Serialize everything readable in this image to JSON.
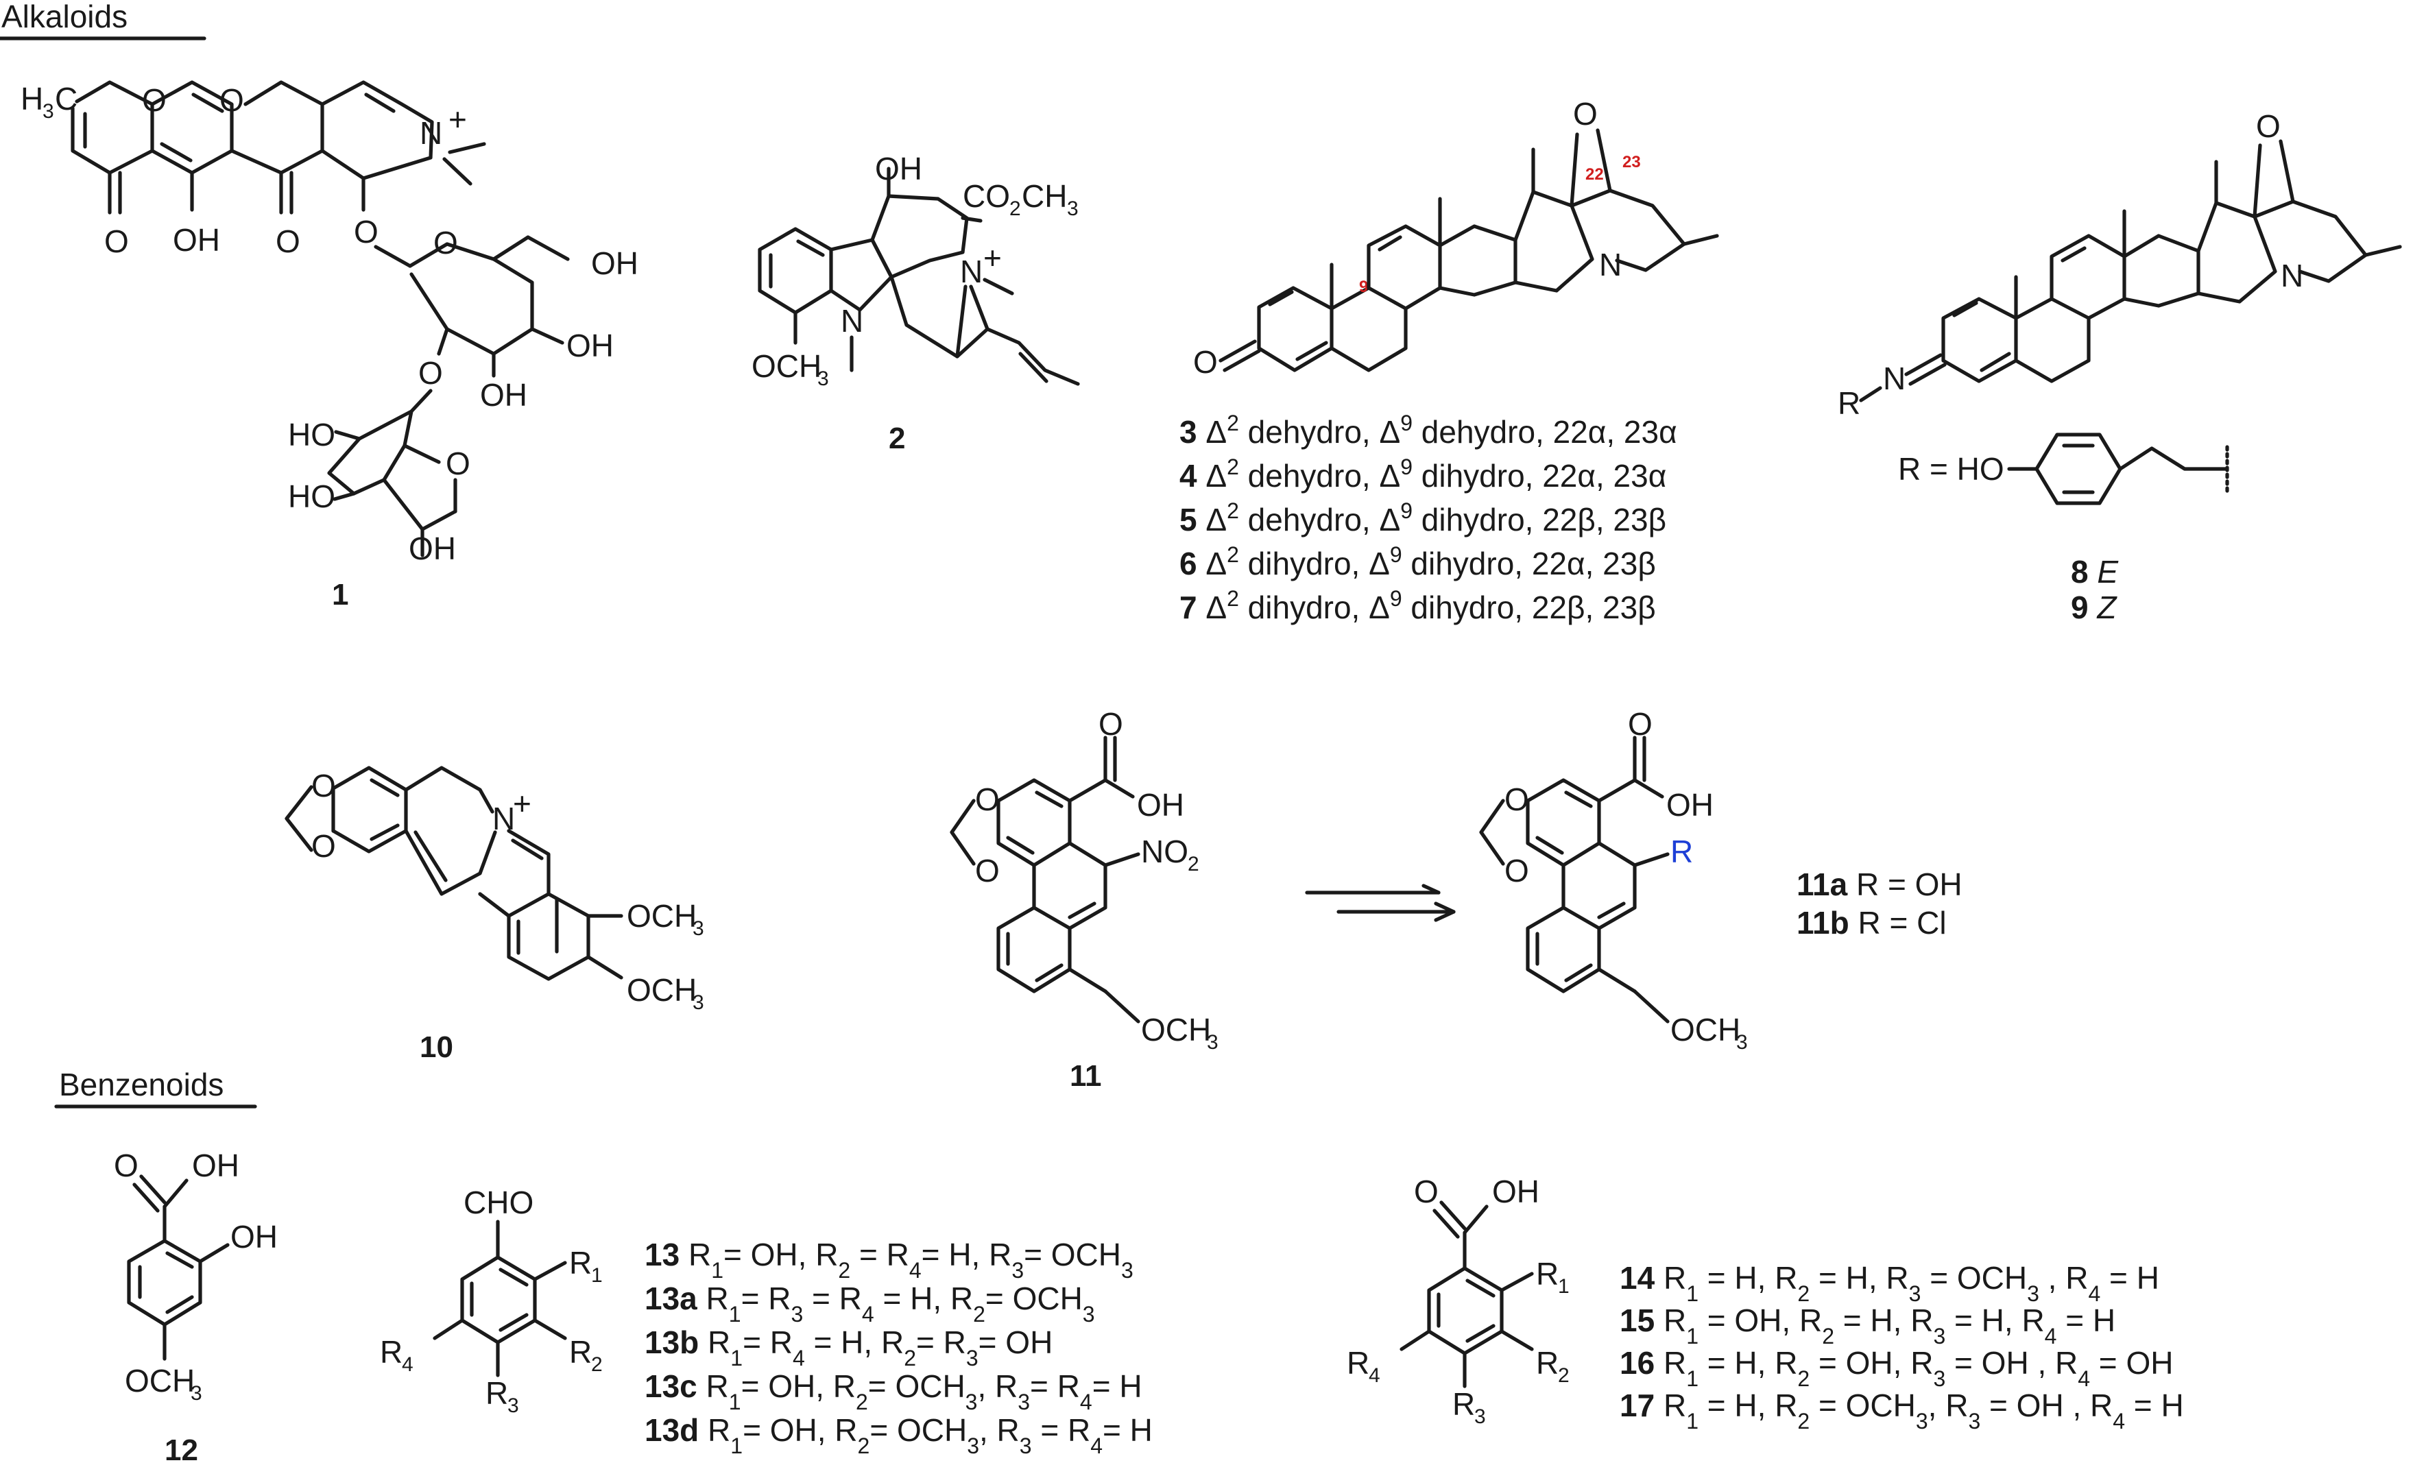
{
  "sections": {
    "alkaloids": "Alkaloids",
    "benzenoids": "Benzenoids"
  },
  "compounds": {
    "c1": "1",
    "c2": "2",
    "c10": "10",
    "c11": "11",
    "c12": "12"
  },
  "labels": {
    "c1_h3c": "H",
    "c1_3": "3",
    "c1_c": "C",
    "c1_o_ring1": "O",
    "c1_o_ring2": "O",
    "c1_n": "N",
    "c1_plus": "+",
    "c1_o_keto1": "O",
    "c1_oh1": "OH",
    "c1_o_keto2": "O",
    "c1_o_glyc": "O",
    "c1_o_sugar1": "O",
    "c1_oh2": "OH",
    "c1_o_link": "O",
    "c1_oh3": "OH",
    "c1_oh4": "OH",
    "c1_ho1": "HO",
    "c1_o_sugar2": "O",
    "c1_ho2": "HO",
    "c1_oh5": "OH",
    "c2_oh": "OH",
    "c2_co2ch3": "CO",
    "c2_co2ch3_2": "2",
    "c2_co2ch3_ch3": "CH",
    "c2_co2ch3_3": "3",
    "c2_n_plus": "N",
    "c2_plus": "+",
    "c2_n_ind": "N",
    "c2_och3": "OCH",
    "c2_och3_3": "3",
    "c3_o": "O",
    "c3_n": "N",
    "c3_o_ep": "O",
    "c3_red9": "9",
    "c3_red22": "22",
    "c3_red23": "23",
    "c8_n": "N",
    "c8_r": "R",
    "c8_n_ring": "N",
    "c8_o_ep": "O",
    "c8_r_eq": "R = HO",
    "c10_o1": "O",
    "c10_o2": "O",
    "c10_n": "N",
    "c10_plus": "+",
    "c10_och3a": "OCH",
    "c10_och3a_3": "3",
    "c10_och3b": "OCH",
    "c10_och3b_3": "3",
    "c11_o1": "O",
    "c11_o2": "O",
    "c11_o_acid": "O",
    "c11_oh": "OH",
    "c11_no2": "NO",
    "c11_no2_2": "2",
    "c11_och3": "OCH",
    "c11_och3_3": "3",
    "c11p_o1": "O",
    "c11p_o2": "O",
    "c11p_o_acid": "O",
    "c11p_oh": "OH",
    "c11p_r": "R",
    "c11p_och3": "OCH",
    "c11p_och3_3": "3",
    "c12_o": "O",
    "c12_oh_acid": "OH",
    "c12_oh": "OH",
    "c12_och3": "OCH",
    "c12_och3_3": "3",
    "c13_cho": "CHO",
    "c13_r1": "R",
    "c13_r1_sub": "1",
    "c13_r2": "R",
    "c13_r2_sub": "2",
    "c13_r3": "R",
    "c13_r3_sub": "3",
    "c13_r4": "R",
    "c13_r4_sub": "4",
    "c14_o": "O",
    "c14_oh": "OH",
    "c14_r1": "R",
    "c14_r1_sub": "1",
    "c14_r2": "R",
    "c14_r2_sub": "2",
    "c14_r3": "R",
    "c14_r3_sub": "3",
    "c14_r4": "R",
    "c14_r4_sub": "4"
  },
  "legend_3_7": [
    {
      "num": "3",
      "d1": "Δ",
      "s1": "2",
      "t1": " dehydro, Δ",
      "s2": "9",
      "t2": " dehydro, 22α, 23α"
    },
    {
      "num": "4",
      "d1": "Δ",
      "s1": "2",
      "t1": " dehydro, Δ",
      "s2": "9",
      "t2": " dihydro, 22α, 23α"
    },
    {
      "num": "5",
      "d1": "Δ",
      "s1": "2",
      "t1": " dehydro, Δ",
      "s2": "9",
      "t2": " dihydro, 22β, 23β"
    },
    {
      "num": "6",
      "d1": "Δ",
      "s1": "2",
      "t1": " dihydro, Δ",
      "s2": "9",
      "t2": " dihydro, 22α, 23β"
    },
    {
      "num": "7",
      "d1": "Δ",
      "s1": "2",
      "t1": " dihydro, Δ",
      "s2": "9",
      "t2": " dihydro, 22β, 23β"
    }
  ],
  "legend_8_9": [
    {
      "num": "8",
      "iso": "E"
    },
    {
      "num": "9",
      "iso": "Z"
    }
  ],
  "legend_11": [
    {
      "num": "11a",
      "text": "R = OH"
    },
    {
      "num": "11b",
      "text": "R = Cl"
    }
  ],
  "legend_13": [
    {
      "num": "13",
      "parts": [
        "R",
        "1",
        "= OH, R",
        "2",
        " = R",
        "4",
        "= H, R",
        "3",
        "= OCH",
        "3",
        ""
      ]
    },
    {
      "num": "13a",
      "parts": [
        "R",
        "1",
        "= R",
        "3",
        " = R",
        "4",
        " = H, R",
        "2",
        "= OCH",
        "3",
        ""
      ]
    },
    {
      "num": "13b",
      "parts": [
        "R",
        "1",
        "= R",
        "4",
        " = H, R",
        "2",
        "= R",
        "3",
        "= OH",
        "",
        ""
      ]
    },
    {
      "num": "13c",
      "parts": [
        "R",
        "1",
        "= OH, R",
        "2",
        "= OCH",
        "3",
        ", R",
        "3",
        "= R",
        "4",
        "= H"
      ]
    },
    {
      "num": "13d",
      "parts": [
        "R",
        "1",
        "= OH, R",
        "2",
        "= OCH",
        "3",
        ", R",
        "3",
        " = R",
        "4",
        "= H"
      ]
    }
  ],
  "legend_14": [
    {
      "num": "14",
      "parts": [
        "R",
        "1",
        " = H, R",
        "2",
        " = H, R",
        "3",
        " = OCH",
        "3",
        " , R",
        "4",
        " = H"
      ]
    },
    {
      "num": "15",
      "parts": [
        "R",
        "1",
        " = OH, R",
        "2",
        " = H, R",
        "3",
        " = H, R",
        "4",
        " = H"
      ]
    },
    {
      "num": "16",
      "parts": [
        "R",
        "1",
        " = H, R",
        "2",
        " = OH, R",
        "3",
        " = OH , R",
        "4",
        " = OH"
      ]
    },
    {
      "num": "17",
      "parts": [
        "R",
        "1",
        " = H, R",
        "2",
        " = OCH",
        "3",
        ", R",
        "3",
        " = OH , R",
        "4",
        " = H"
      ]
    }
  ]
}
